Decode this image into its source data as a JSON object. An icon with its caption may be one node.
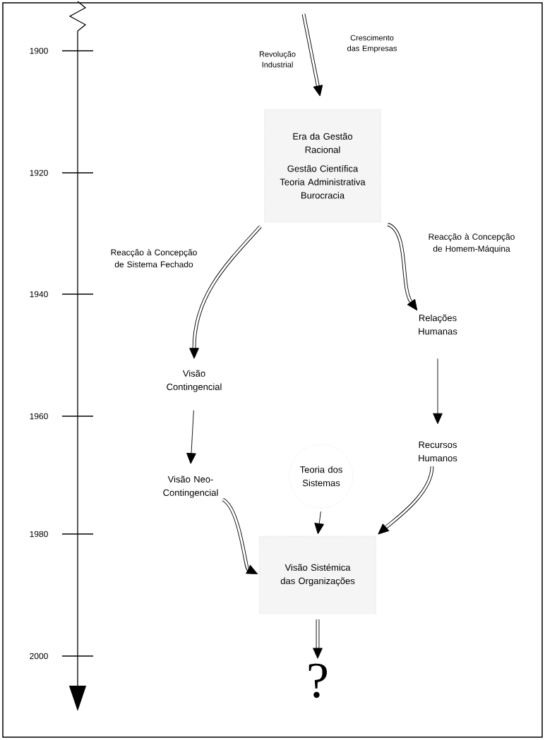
{
  "diagram": {
    "nodes": [
      {
        "text": [
          "Era da Gestão Racional",
          "Gestão Científica Teoria Administrativa Burocracia"
        ]
      },
      {
        "text": [
          "Visão Contingencial"
        ]
      },
      {
        "text": [
          "Visão Neo-Contingencial"
        ]
      },
      {
        "text": [
          "Relações Humanas"
        ]
      },
      {
        "text": [
          "Recursos Humanos"
        ]
      },
      {
        "text": [
          "Teoria dos Sistemas"
        ]
      },
      {
        "text": [
          "Visão Sistémica das Organizações"
        ]
      },
      {
        "text": [
          "?"
        ]
      }
    ],
    "edges": [
      {
        "from": null,
        "to": 0,
        "arrow": "to"
      },
      {
        "from": 0,
        "to": 1,
        "arrow": "to",
        "label": "Reacção à Concepção de Sistema Fechado"
      },
      {
        "from": 0,
        "to": 3,
        "arrow": "to",
        "label": "Reacção à Concepção de Homem-Máquina"
      },
      {
        "from": 1,
        "to": 2,
        "arrow": "to"
      },
      {
        "from": 3,
        "to": 4,
        "arrow": "to"
      },
      {
        "from": 5,
        "to": 6,
        "arrow": "to"
      },
      {
        "from": 2,
        "to": 6,
        "arrow": "to"
      },
      {
        "from": 4,
        "to": 6,
        "arrow": "to"
      },
      {
        "from": 6,
        "to": 7,
        "arrow": "to"
      }
    ],
    "labels": [
      "Revolução Industrial",
      "Crescimento das Empresas",
      "1900",
      "1920",
      "1940",
      "1960",
      "1980",
      "2000"
    ]
  }
}
